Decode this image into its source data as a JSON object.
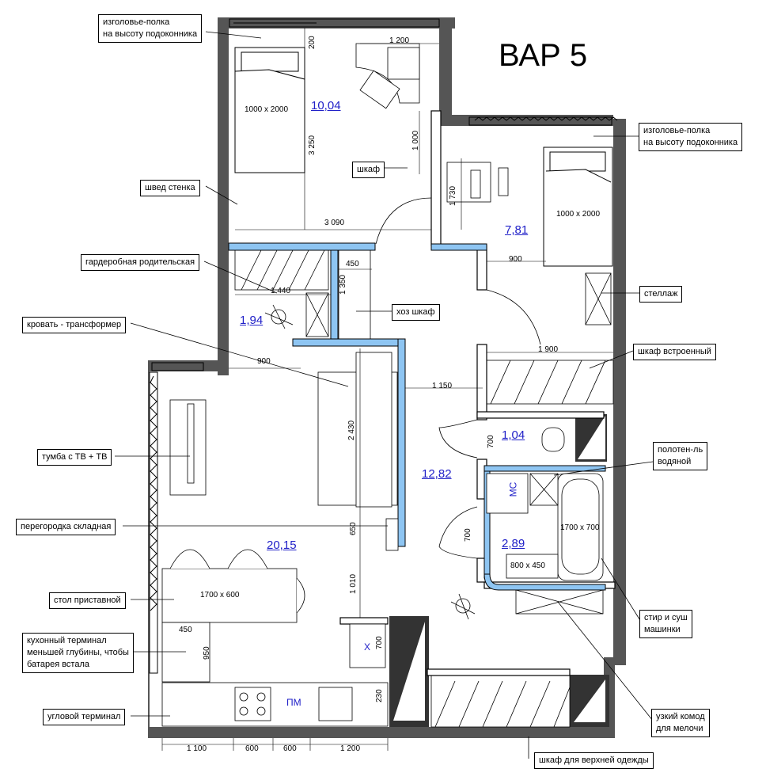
{
  "title": "ВАР 5",
  "callouts": {
    "headboard_shelf_left": "изголовье-полка\nна высоту подоконника",
    "swedish_wall": "швед стенка",
    "parent_wardrobe": "гардеробная родительская",
    "transformer_bed": "кровать - трансформер",
    "tv_stand": "тумба с ТВ + ТВ",
    "folding_partition": "перегородка складная",
    "side_table": "стол приставной",
    "kitchen_terminal": "кухонный терминал\nменьшей глубины, чтобы\nбатарея встала",
    "corner_terminal": "угловой терминал",
    "headboard_shelf_right": "изголовье-полка\nна высоту подоконника",
    "shelving": "стеллаж",
    "builtin_wardrobe": "шкаф встроенный",
    "towel_heater": "полотен-ль\nводяной",
    "washer_dryer": "стир и суш\nмашинки",
    "narrow_dresser": "узкий комод\nдля мелочи",
    "outerwear_closet": "шкаф для верхней одежды",
    "utility_closet": "хоз шкаф",
    "closet_label": "шкаф"
  },
  "areas": {
    "bedroom_left": "10,04",
    "bedroom_right": "7,81",
    "wardrobe": "1,94",
    "hall": "12,82",
    "living": "20,15",
    "wc": "1,04",
    "bath": "2,89"
  },
  "furniture": {
    "bed_left": "1000 x 2000",
    "bed_right": "1000 x 2000",
    "table": "1700 x 600",
    "bathtub": "1700 x 700",
    "sink": "800 x 450",
    "ms": "МС",
    "pm": "ПМ",
    "x_mark": "X"
  },
  "dims": {
    "d1200_top": "1 200",
    "d200": "200",
    "d3250": "3 250",
    "d1000": "1 000",
    "d3090": "3 090",
    "d1730": "1 730",
    "d900_right": "900",
    "d450": "450",
    "d1440": "1 440",
    "d1350": "1 350",
    "d900_left": "900",
    "d2430": "2 430",
    "d1150": "1 150",
    "d1900": "1 900",
    "d700_wc": "700",
    "d700_bath": "700",
    "d650": "650",
    "d1010": "1 010",
    "d450_kitchen": "450",
    "d950": "950",
    "d700_x": "700",
    "d230": "230",
    "b1100": "1 100",
    "b600a": "600",
    "b600b": "600",
    "b1200": "1 200"
  }
}
